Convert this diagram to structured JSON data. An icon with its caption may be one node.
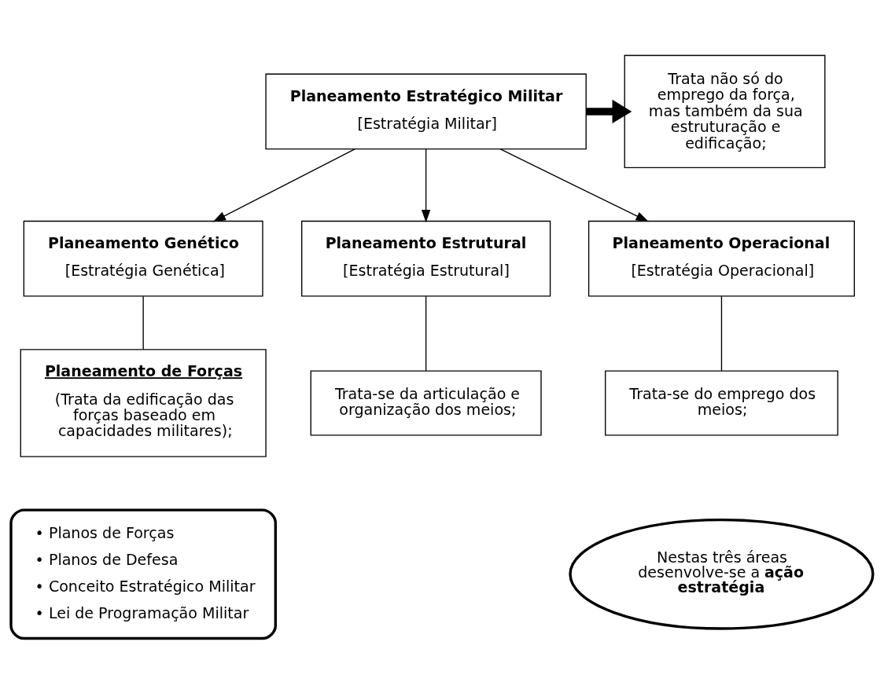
{
  "diagram": {
    "nodes": [
      {
        "text": [
          "Planeamento Estratégico Militar",
          "[Estratégia Militar]"
        ]
      },
      {
        "text": [
          "Trata não só do emprego da força, mas também da sua estruturação e edificação;"
        ]
      },
      {
        "text": [
          "Planeamento Genético",
          "[Estratégia Genética]"
        ]
      },
      {
        "text": [
          "Planeamento Estrutural",
          "[Estratégia Estrutural]"
        ]
      },
      {
        "text": [
          "Planeamento Operacional",
          "[Estratégia Operacional]"
        ]
      },
      {
        "text": [
          "Planeamento de Forças",
          "(Trata da edificação das forças baseado em capacidades militares);"
        ]
      },
      {
        "text": [
          "Trata-se da articulação e organização dos meios;"
        ]
      },
      {
        "text": [
          "Trata-se do emprego dos meios;"
        ]
      },
      {
        "text": [
          "• Planos de Forças",
          "• Planos de Defesa",
          "• Conceito Estratégico Militar",
          "• Lei de Programação Militar"
        ]
      },
      {
        "text": [
          "Nestas três áreas desenvolve-se a **ação estratégia**"
        ]
      }
    ],
    "edges": [
      {
        "from": 0,
        "to": 1,
        "arrow": "to",
        "style": "thick"
      },
      {
        "from": 0,
        "to": 2,
        "arrow": "to"
      },
      {
        "from": 0,
        "to": 3,
        "arrow": "to"
      },
      {
        "from": 0,
        "to": 4,
        "arrow": "to"
      },
      {
        "from": 2,
        "to": 5,
        "arrow": "none"
      },
      {
        "from": 3,
        "to": 6,
        "arrow": "none"
      },
      {
        "from": 4,
        "to": 7,
        "arrow": "none"
      }
    ]
  }
}
